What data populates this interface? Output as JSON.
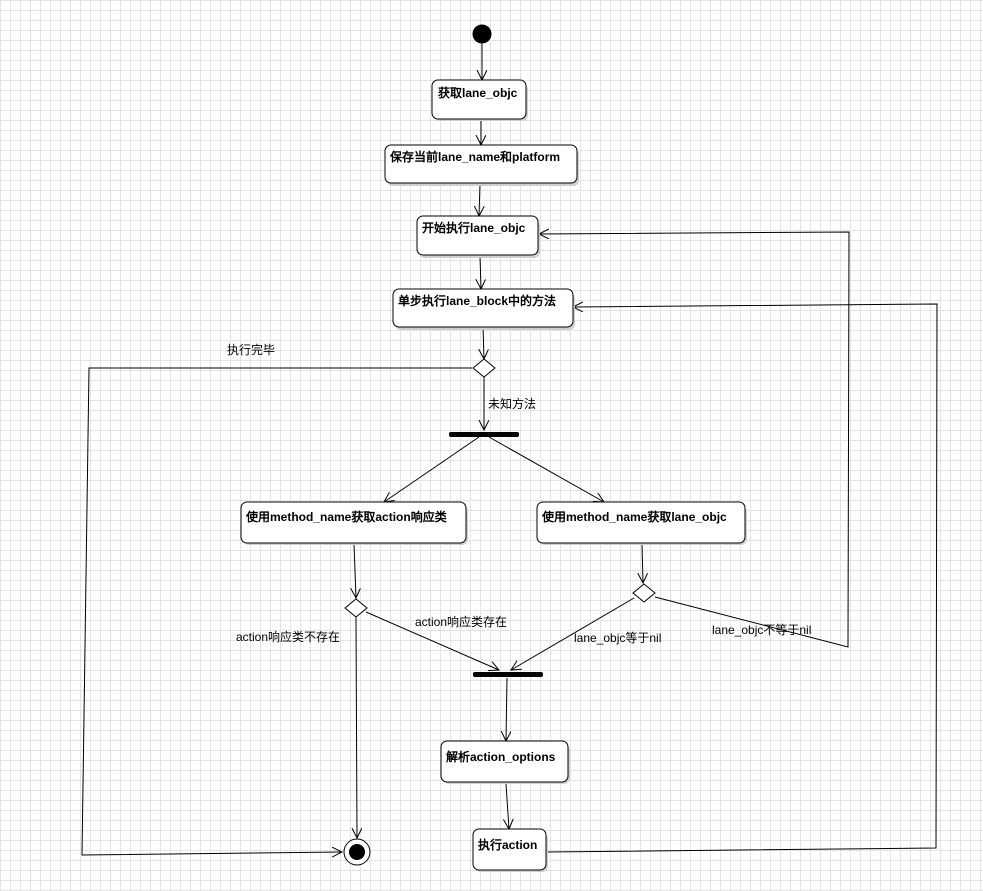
{
  "nodes": {
    "get_lane": "获取lane_objc",
    "save_lane": "保存当前lane_name和platform",
    "start_exec": "开始执行lane_objc",
    "step_exec": "单步执行lane_block中的方法",
    "get_action_class": "使用method_name获取action响应类",
    "get_lane_by_method": "使用method_name获取lane_objc",
    "parse_options": "解析action_options",
    "exec_action": "执行action"
  },
  "edge_labels": {
    "exec_done": "执行完毕",
    "unknown_method": "未知方法",
    "action_class_missing": "action响应类不存在",
    "action_class_exists": "action响应类存在",
    "lane_is_nil": "lane_objc等于nil",
    "lane_not_nil": "lane_objc不等于nil"
  }
}
